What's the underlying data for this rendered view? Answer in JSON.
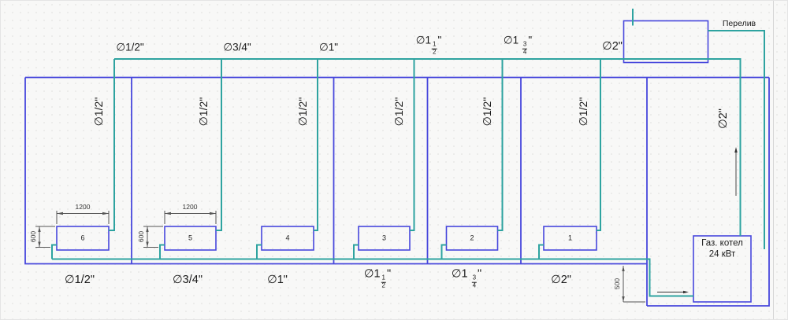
{
  "diagram": {
    "overflow_label": "Перелив",
    "flow_dim_label": "500",
    "boiler": {
      "name_line1": "Газ. котел",
      "name_line2": "24 кВт",
      "riser_label": "∅2\""
    },
    "colors": {
      "supply_pipe": "#2ea3a0",
      "structure": "#4747dc",
      "dimension": "#555555"
    },
    "rooms": [
      {
        "pipe_label": "∅1/2\"",
        "riser_label": "∅1/2\"",
        "radiator_number": "6",
        "dim_width": "1200",
        "dim_height": "600"
      },
      {
        "pipe_label": "∅3/4\"",
        "riser_label": "∅1/2\"",
        "radiator_number": "5",
        "dim_width": "1200",
        "dim_height": "600"
      },
      {
        "pipe_label": "∅1\"",
        "riser_label": "∅1/2\"",
        "radiator_number": "4"
      },
      {
        "pipe_label_base": "∅1",
        "frac_num": "1",
        "frac_den": "2",
        "label_suffix": "\"",
        "riser_label": "∅1/2\"",
        "radiator_number": "3"
      },
      {
        "pipe_label_base": "∅1 ",
        "frac_num": "3",
        "frac_den": "4",
        "label_suffix": "\"",
        "riser_label": "∅1/2\"",
        "radiator_number": "2"
      },
      {
        "pipe_label": "∅2\"",
        "riser_label": "∅1/2\"",
        "radiator_number": "1"
      }
    ]
  }
}
